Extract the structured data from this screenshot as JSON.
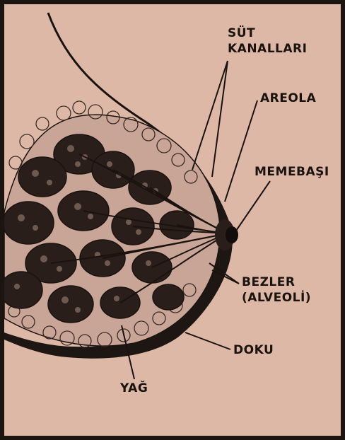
{
  "colors": {
    "background": "#deb8a6",
    "ink": "#1a120e",
    "tissue": "#c9a597",
    "gland": "#2a1e1a"
  },
  "labels": {
    "milk_ducts": [
      "SÜT",
      "KANALLARI"
    ],
    "areola": "AREOLA",
    "nipple": "MEMEBAŞI",
    "glands": [
      "BEZLER",
      "(ALVEOLİ)"
    ],
    "tissue": "DOKU",
    "fat": "YAĞ"
  }
}
